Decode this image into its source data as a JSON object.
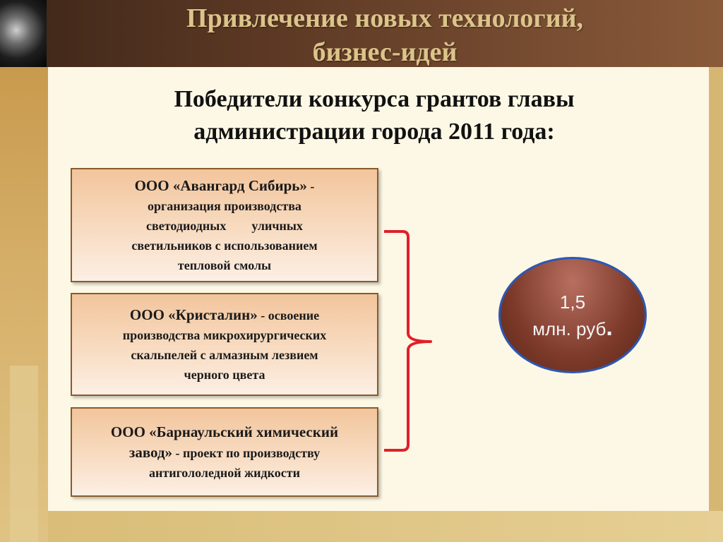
{
  "slide": {
    "title_line1": "Привлечение новых технологий,",
    "title_line2": "бизнес-идей",
    "subtitle_line1": "Победители  конкурса грантов главы",
    "subtitle_line2": "администрации города 2011 года:"
  },
  "winners": [
    {
      "company": "ООО «Авангард Сибирь»",
      "separator": " -",
      "line1": "организация производства",
      "line2": "светодиодных        уличных",
      "line3": "светильников с использованием",
      "line4": "тепловой смолы"
    },
    {
      "company": "ООО «Кристалин»",
      "separator": " - ",
      "line1": "освоение",
      "line2": "производства микрохирургических",
      "line3": "скальпелей с алмазным лезвием",
      "line4": "черного цвета"
    },
    {
      "company_line1": "ООО «Барнаульский химический",
      "company_line2": "завод»",
      "separator": " - ",
      "line1": "проект по производству",
      "line2": "антигололедной жидкости"
    }
  ],
  "grant": {
    "amount": "1,5",
    "unit": "млн. руб",
    "unit_dot": "."
  },
  "colors": {
    "brace": "#e0202a",
    "circle_border": "#2c57b5",
    "header": "#5e3a25"
  }
}
